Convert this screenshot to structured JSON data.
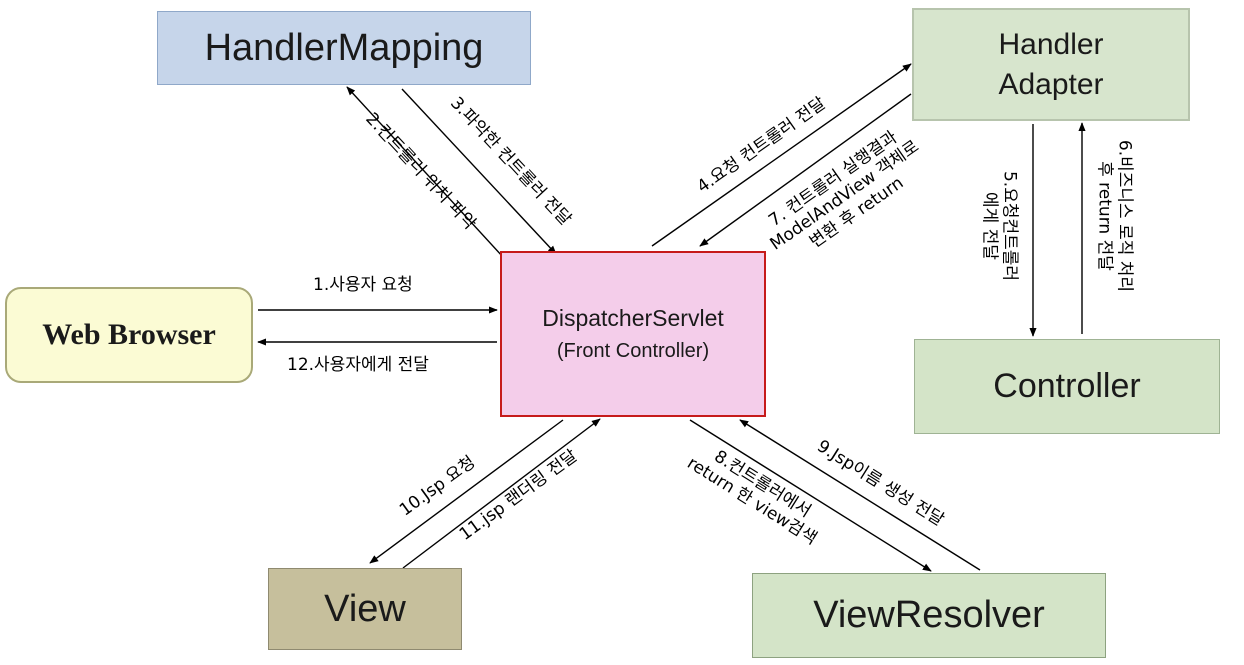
{
  "boxes": {
    "handler_mapping": "HandlerMapping",
    "handler_adapter_line1": "Handler",
    "handler_adapter_line2": "Adapter",
    "controller": "Controller",
    "web_browser": "Web Browser",
    "dispatcher_title": "DispatcherServlet",
    "dispatcher_subtitle": "(Front Controller)",
    "view": "View",
    "view_resolver": "ViewResolver"
  },
  "steps": {
    "s1": "1.사용자 요청",
    "s2": "2.컨트롤러 위치 파악",
    "s3": "3.파악한 컨트롤러 전달",
    "s4": "4.요청 컨트롤러 전달",
    "s5_line1": "5.요청컨트롤러",
    "s5_line2": "에게 전달",
    "s6_line1": "6.비즈니스 로직 처리",
    "s6_line2": "후 return 전달",
    "s7_line1": "7. 컨트롤러 실행결과",
    "s7_line2": "ModelAndView 객체로",
    "s7_line3": "변환 후 return",
    "s8_line1": "8.컨트롤러에서",
    "s8_line2": "return 한 view검색",
    "s9": "9.Jsp이름 생성 전달",
    "s10": "10.Jsp 요청",
    "s11": "11.jsp 랜더링 전달",
    "s12": "12.사용자에게 전달"
  }
}
